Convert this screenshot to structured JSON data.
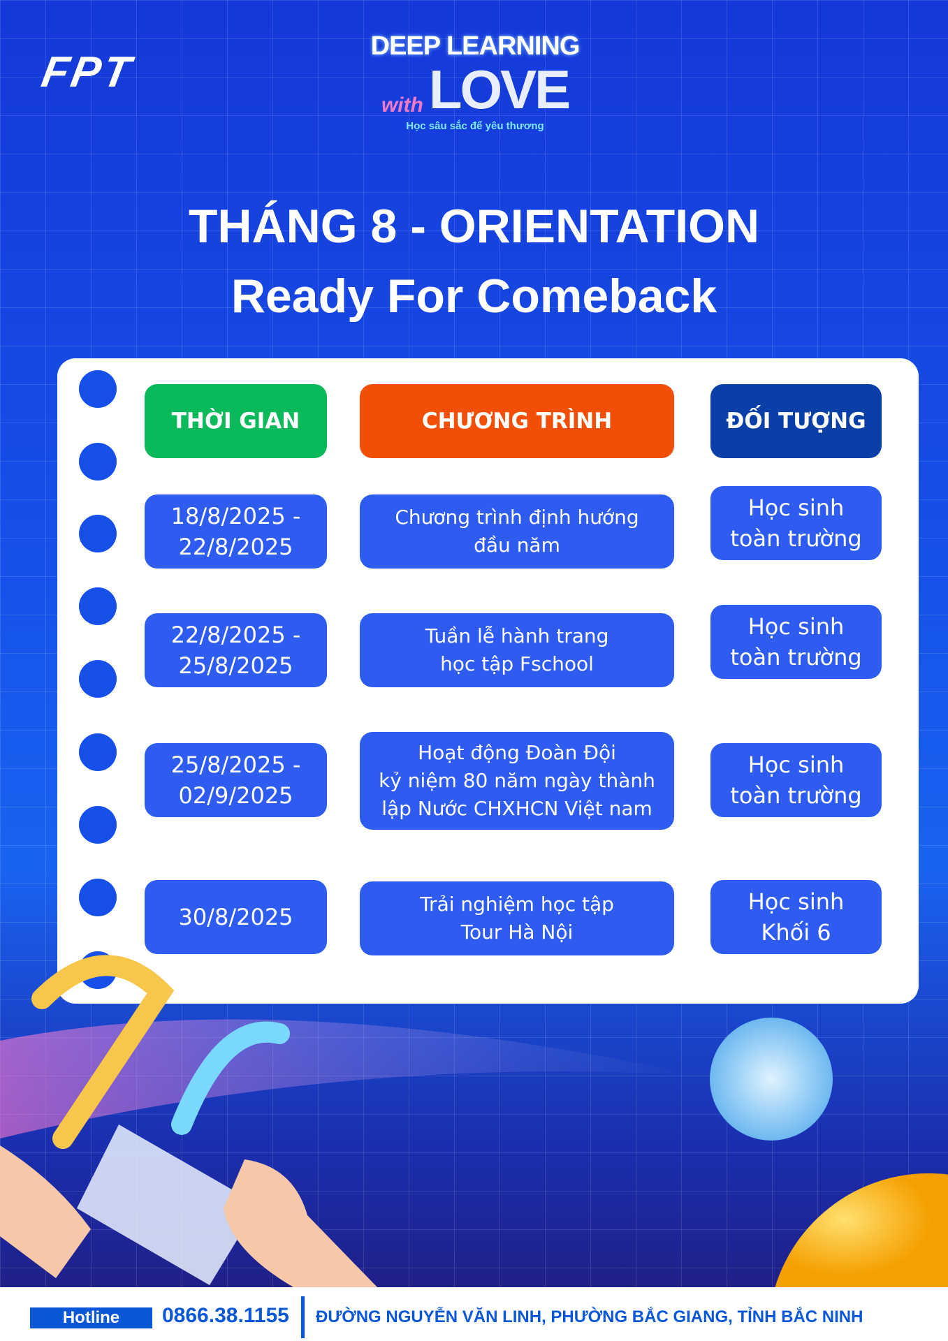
{
  "brand": {
    "fpt": "FPT",
    "logo_line1": "DEEP LEARNING",
    "logo_with": "with",
    "logo_love": "LOVE",
    "logo_tagline": "Học sâu sắc để yêu thương"
  },
  "title": {
    "line1": "THÁNG 8 - ORIENTATION",
    "line2": "Ready For Comeback"
  },
  "table": {
    "headers": [
      {
        "label": "THỜI GIAN",
        "color": "#0ab95a"
      },
      {
        "label": "CHƯƠNG TRÌNH",
        "color": "#f24e06"
      },
      {
        "label": "ĐỐI TƯỢNG",
        "color": "#0a3fa8"
      }
    ],
    "rows": [
      {
        "time": "18/8/2025 -\n22/8/2025",
        "program": "Chương trình định hướng\nđầu năm",
        "audience": "Học sinh\ntoàn trường"
      },
      {
        "time": "22/8/2025 -\n25/8/2025",
        "program": "Tuần lễ hành trang\nhọc tập Fschool",
        "audience": "Học sinh\ntoàn trường"
      },
      {
        "time": "25/8/2025 -\n02/9/2025",
        "program": "Hoạt động Đoàn Đội\nkỷ niệm 80 năm ngày thành\nlập Nước CHXHCN Việt nam",
        "audience": "Học sinh\ntoàn trường"
      },
      {
        "time": "30/8/2025",
        "program": "Trải nghiệm học tập\nTour Hà Nội",
        "audience": "Học sinh\nKhối 6"
      }
    ]
  },
  "footer": {
    "hotline_label": "Hotline",
    "phone": "0866.38.1155",
    "address": "ĐƯỜNG NGUYỄN VĂN LINH, PHƯỜNG BẮC GIANG, TỈNH BẮC NINH"
  }
}
